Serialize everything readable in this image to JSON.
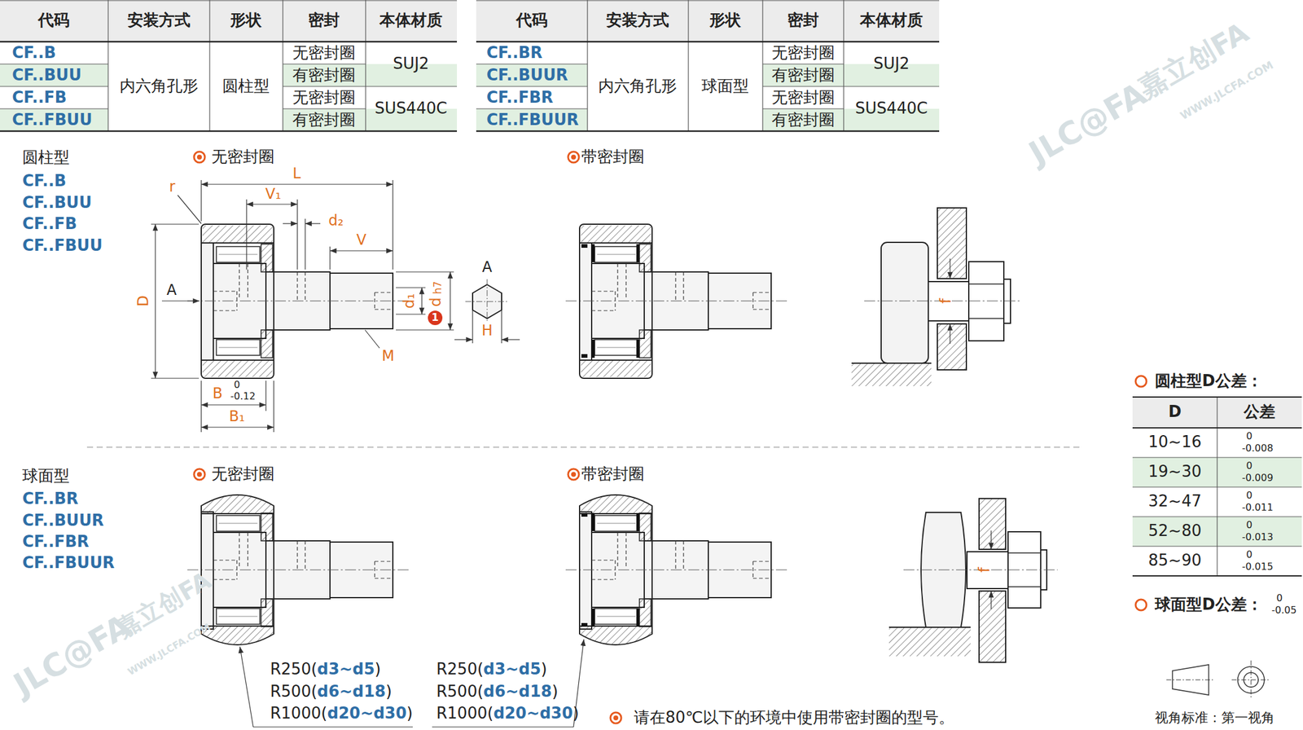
{
  "diagram": {
    "labels": [
      "代码",
      "安装方式",
      "形状",
      "密封",
      "本体材质",
      "CF..B",
      "CF..BUU",
      "CF..FB",
      "CF..FBUU",
      "内六角孔形",
      "圆柱型",
      "无密封圈",
      "有密封圈",
      "无密封圈",
      "有密封圈",
      "SUJ2",
      "SUS440C",
      "代码",
      "安装方式",
      "形状",
      "密封",
      "本体材质",
      "CF..BR",
      "CF..BUUR",
      "CF..FBR",
      "CF..FBUUR",
      "内六角孔形",
      "球面型",
      "无密封圈",
      "有密封圈",
      "无密封圈",
      "有密封圈",
      "SUJ2",
      "SUS440C",
      "圆柱型",
      "CF..B",
      "CF..BUU",
      "CF..FB",
      "CF..FBUU",
      "无密封圈",
      "带密封圈",
      "r",
      "L",
      "V₁",
      "d₂",
      "V",
      "D",
      "A",
      "d₁",
      "d",
      "h7",
      "1",
      "A",
      "H",
      "M",
      "B",
      "0",
      "-0.12",
      "B₁",
      "f",
      "球面型",
      "CF..BR",
      "CF..BUUR",
      "CF..FBR",
      "CF..FBUUR",
      "无密封圈",
      "带密封圈",
      "f",
      "R250(",
      "d3~d5",
      ")",
      "R500(",
      "d6~d18",
      ")",
      "R1000(",
      "d20~d30",
      ")",
      "R250(",
      "d3~d5",
      ")",
      "R500(",
      "d6~d18",
      ")",
      "R1000(",
      "d20~d30",
      ")",
      "请在80℃以下的环境中使用带密封圈的型号。",
      "圆柱型D公差：",
      "D",
      "公差",
      "10~16",
      "0",
      "-0.008",
      "19~30",
      "0",
      "-0.009",
      "32~47",
      "0",
      "-0.011",
      "52~80",
      "0",
      "-0.013",
      "85~90",
      "0",
      "-0.015",
      "球面型D公差：",
      "0",
      "-0.05",
      "视角标准：第一视角",
      "JLC@FA",
      "嘉立创FA",
      "WWW.JLCFA.COM",
      "JLC@FA",
      "嘉立创FA",
      "WWW.JLCFA.COM"
    ]
  }
}
